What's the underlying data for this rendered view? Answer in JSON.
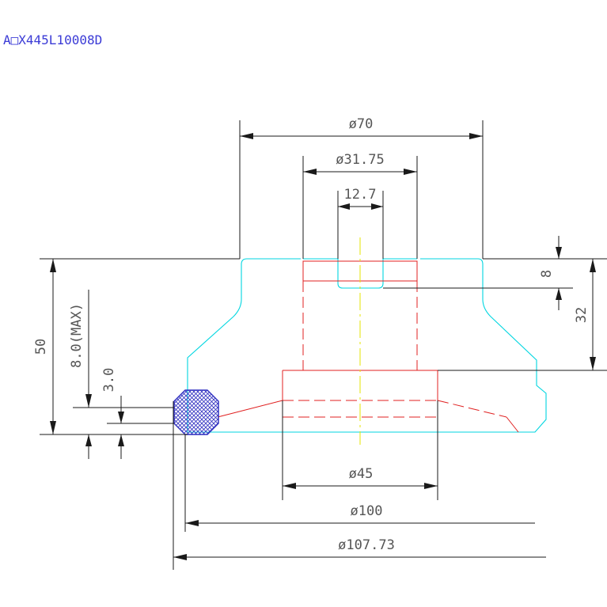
{
  "drawing": {
    "title": "A□X445L10008D",
    "colors": {
      "outline": "#00d6e0",
      "hidden_lines": "#e02020",
      "centerline": "#e6e600",
      "dimensions": "#1a1a1a",
      "oring_hatch": "#3030c0",
      "title": "#3b3bd6"
    },
    "dimensions": {
      "dia_70": "ø70",
      "dia_31_75": "ø31.75",
      "width_12_7": "12.7",
      "depth_8": "8",
      "height_32": "32",
      "height_50": "50",
      "max_8": "8.0(MAX)",
      "offset_3": "3.0",
      "dia_45": "ø45",
      "dia_100": "ø100",
      "dia_107_73": "ø107.73"
    }
  }
}
